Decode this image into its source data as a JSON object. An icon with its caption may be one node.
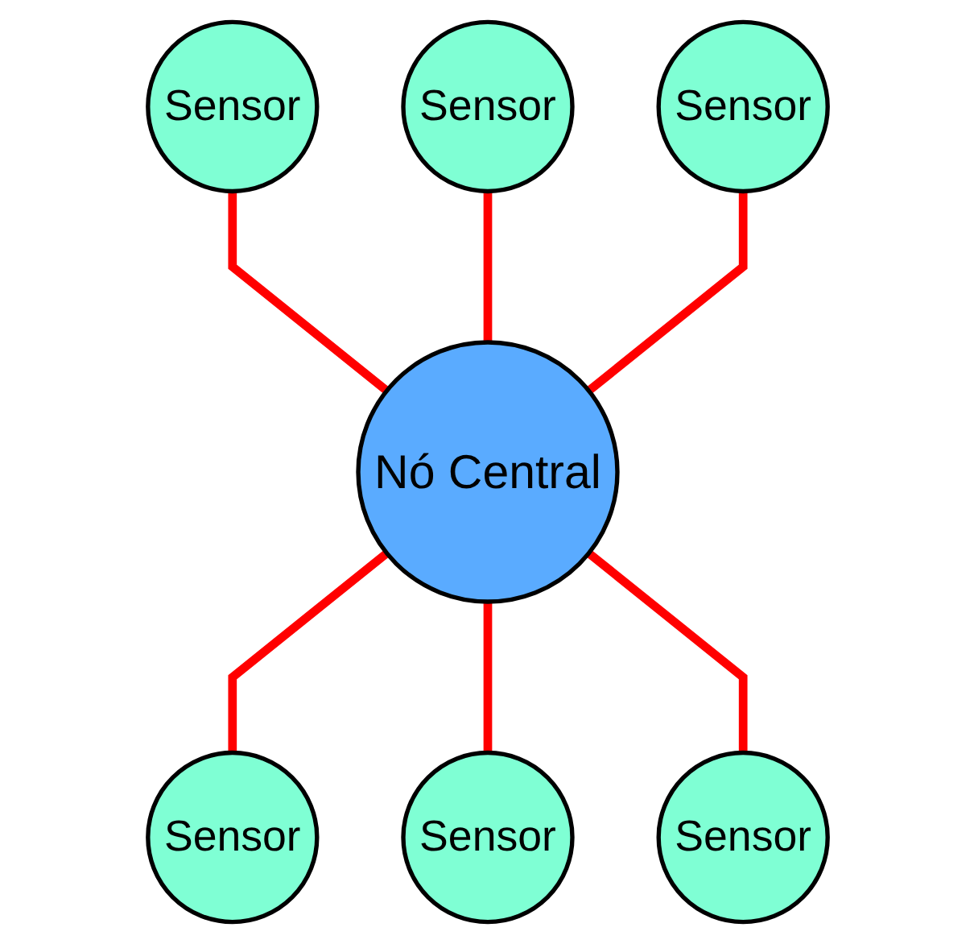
{
  "diagram": {
    "nodes": [
      {
        "text": [
          "Sensor"
        ]
      },
      {
        "text": [
          "Sensor"
        ]
      },
      {
        "text": [
          "Sensor"
        ]
      },
      {
        "text": [
          "Nó Central"
        ]
      },
      {
        "text": [
          "Sensor"
        ]
      },
      {
        "text": [
          "Sensor"
        ]
      },
      {
        "text": [
          "Sensor"
        ]
      }
    ],
    "edges": [
      {
        "from": 0,
        "to": 3,
        "arrow": "none"
      },
      {
        "from": 1,
        "to": 3,
        "arrow": "none"
      },
      {
        "from": 2,
        "to": 3,
        "arrow": "none"
      },
      {
        "from": 3,
        "to": 4,
        "arrow": "none"
      },
      {
        "from": 3,
        "to": 5,
        "arrow": "none"
      },
      {
        "from": 3,
        "to": 6,
        "arrow": "none"
      }
    ]
  }
}
